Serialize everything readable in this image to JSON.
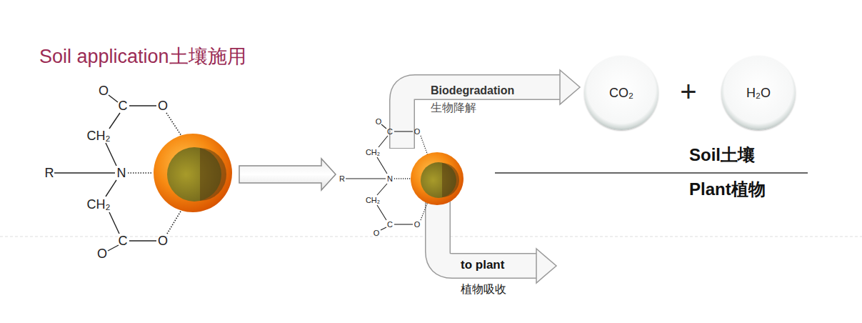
{
  "diagram": {
    "title": "Soil application土壤施用",
    "nodes": [
      {
        "text": [
          "CO₂"
        ]
      },
      {
        "text": [
          "H₂O"
        ]
      }
    ],
    "labels": [
      "O",
      "C",
      "O",
      "CH₂",
      "R",
      "N",
      "CH₂",
      "C",
      "O",
      "O",
      "O",
      "C",
      "O",
      "CH₂",
      "R",
      "N",
      "CH₂",
      "C",
      "O",
      "O",
      "Biodegradation",
      "生物降解",
      "to plant",
      "植物吸收",
      "+",
      "Soil土壤",
      "Plant植物"
    ]
  }
}
